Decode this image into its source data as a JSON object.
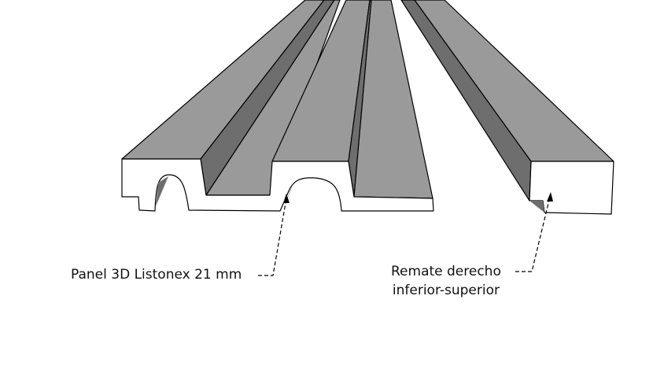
{
  "labels": {
    "panel": "Panel 3D Listonex 21 mm",
    "remate_line1": "Remate derecho",
    "remate_line2": "inferior-superior"
  },
  "colors": {
    "top_face": "#9a9a9a",
    "dark_face": "#6e6e6e",
    "front_face": "#ffffff",
    "outline": "#000000"
  }
}
